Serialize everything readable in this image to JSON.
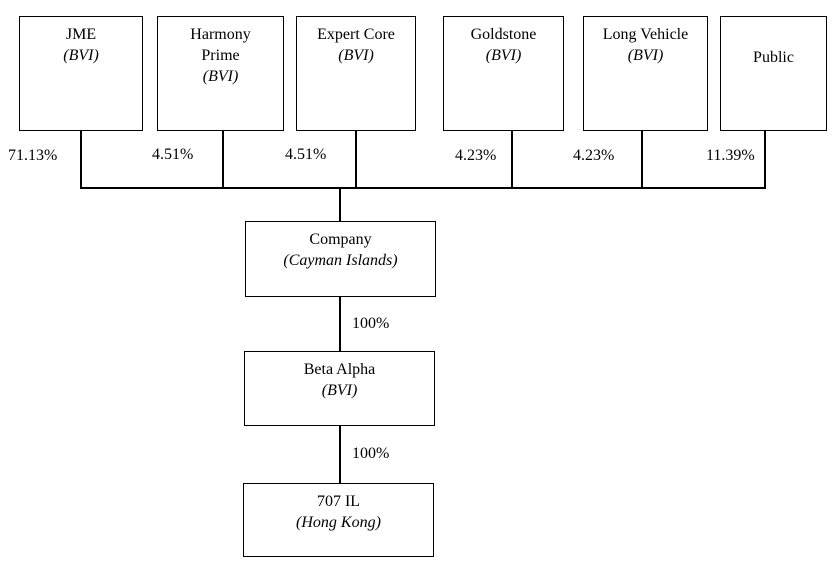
{
  "diagram": {
    "title": "ownership-structure-chart",
    "colors": {
      "line": "#000000",
      "box_border": "#000000",
      "background": "#ffffff",
      "text": "#000000"
    },
    "shareholders": [
      {
        "name": "JME",
        "jurisdiction": "(BVI)",
        "ownership": "71.13%"
      },
      {
        "name": "Harmony Prime",
        "jurisdiction": "(BVI)",
        "ownership": "4.51%"
      },
      {
        "name": "Expert Core",
        "jurisdiction": "(BVI)",
        "ownership": "4.51%"
      },
      {
        "name": "Goldstone",
        "jurisdiction": "(BVI)",
        "ownership": "4.23%"
      },
      {
        "name": "Long Vehicle",
        "jurisdiction": "(BVI)",
        "ownership": "4.23%"
      },
      {
        "name": "Public",
        "ownership": "11.39%"
      }
    ],
    "entities": {
      "company": {
        "name": "Company",
        "jurisdiction": "(Cayman Islands)"
      },
      "beta_alpha": {
        "name": "Beta Alpha",
        "jurisdiction": "(BVI)"
      },
      "il_707": {
        "name": "707 IL",
        "jurisdiction": "(Hong Kong)"
      }
    },
    "links": {
      "company_to_beta_alpha": "100%",
      "beta_alpha_to_707_il": "100%"
    }
  }
}
